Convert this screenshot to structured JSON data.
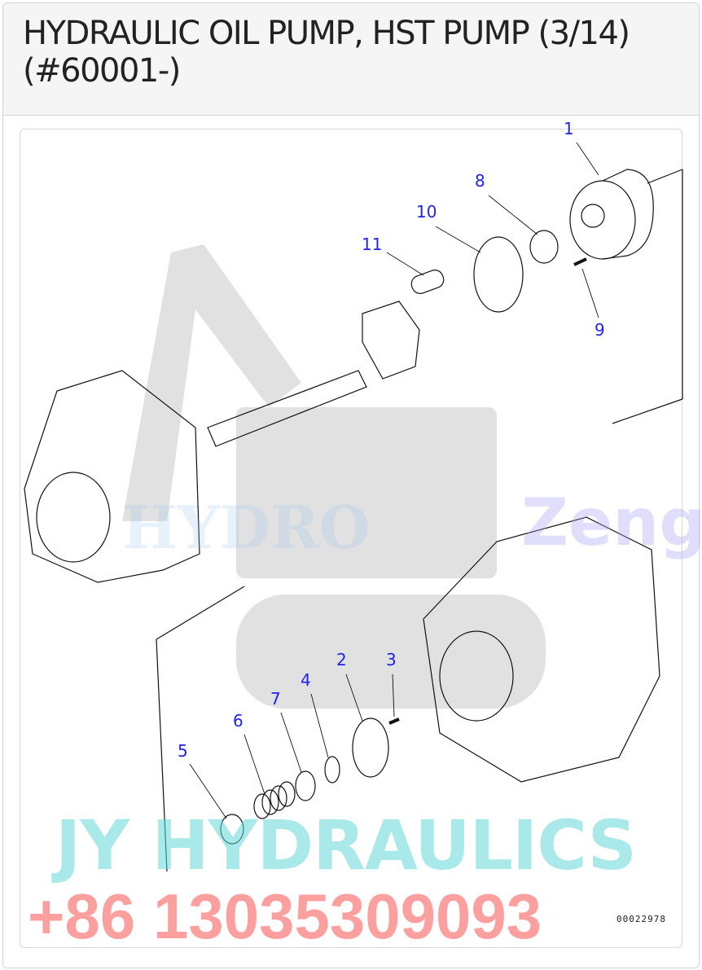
{
  "header": {
    "title": "HYDRAULIC OIL PUMP, HST PUMP (3/14) (#60001-)"
  },
  "watermarks": {
    "phone": "+86 13035309093",
    "hydro": "HYDRO",
    "zeng": "Zeng",
    "jy": "JY HYDRAULICS"
  },
  "diagram": {
    "callouts": [
      "1",
      "2",
      "3",
      "4",
      "5",
      "6",
      "7",
      "8",
      "9",
      "10",
      "11"
    ],
    "drawing_number": "00022978",
    "callout_color": "#2222ee"
  }
}
